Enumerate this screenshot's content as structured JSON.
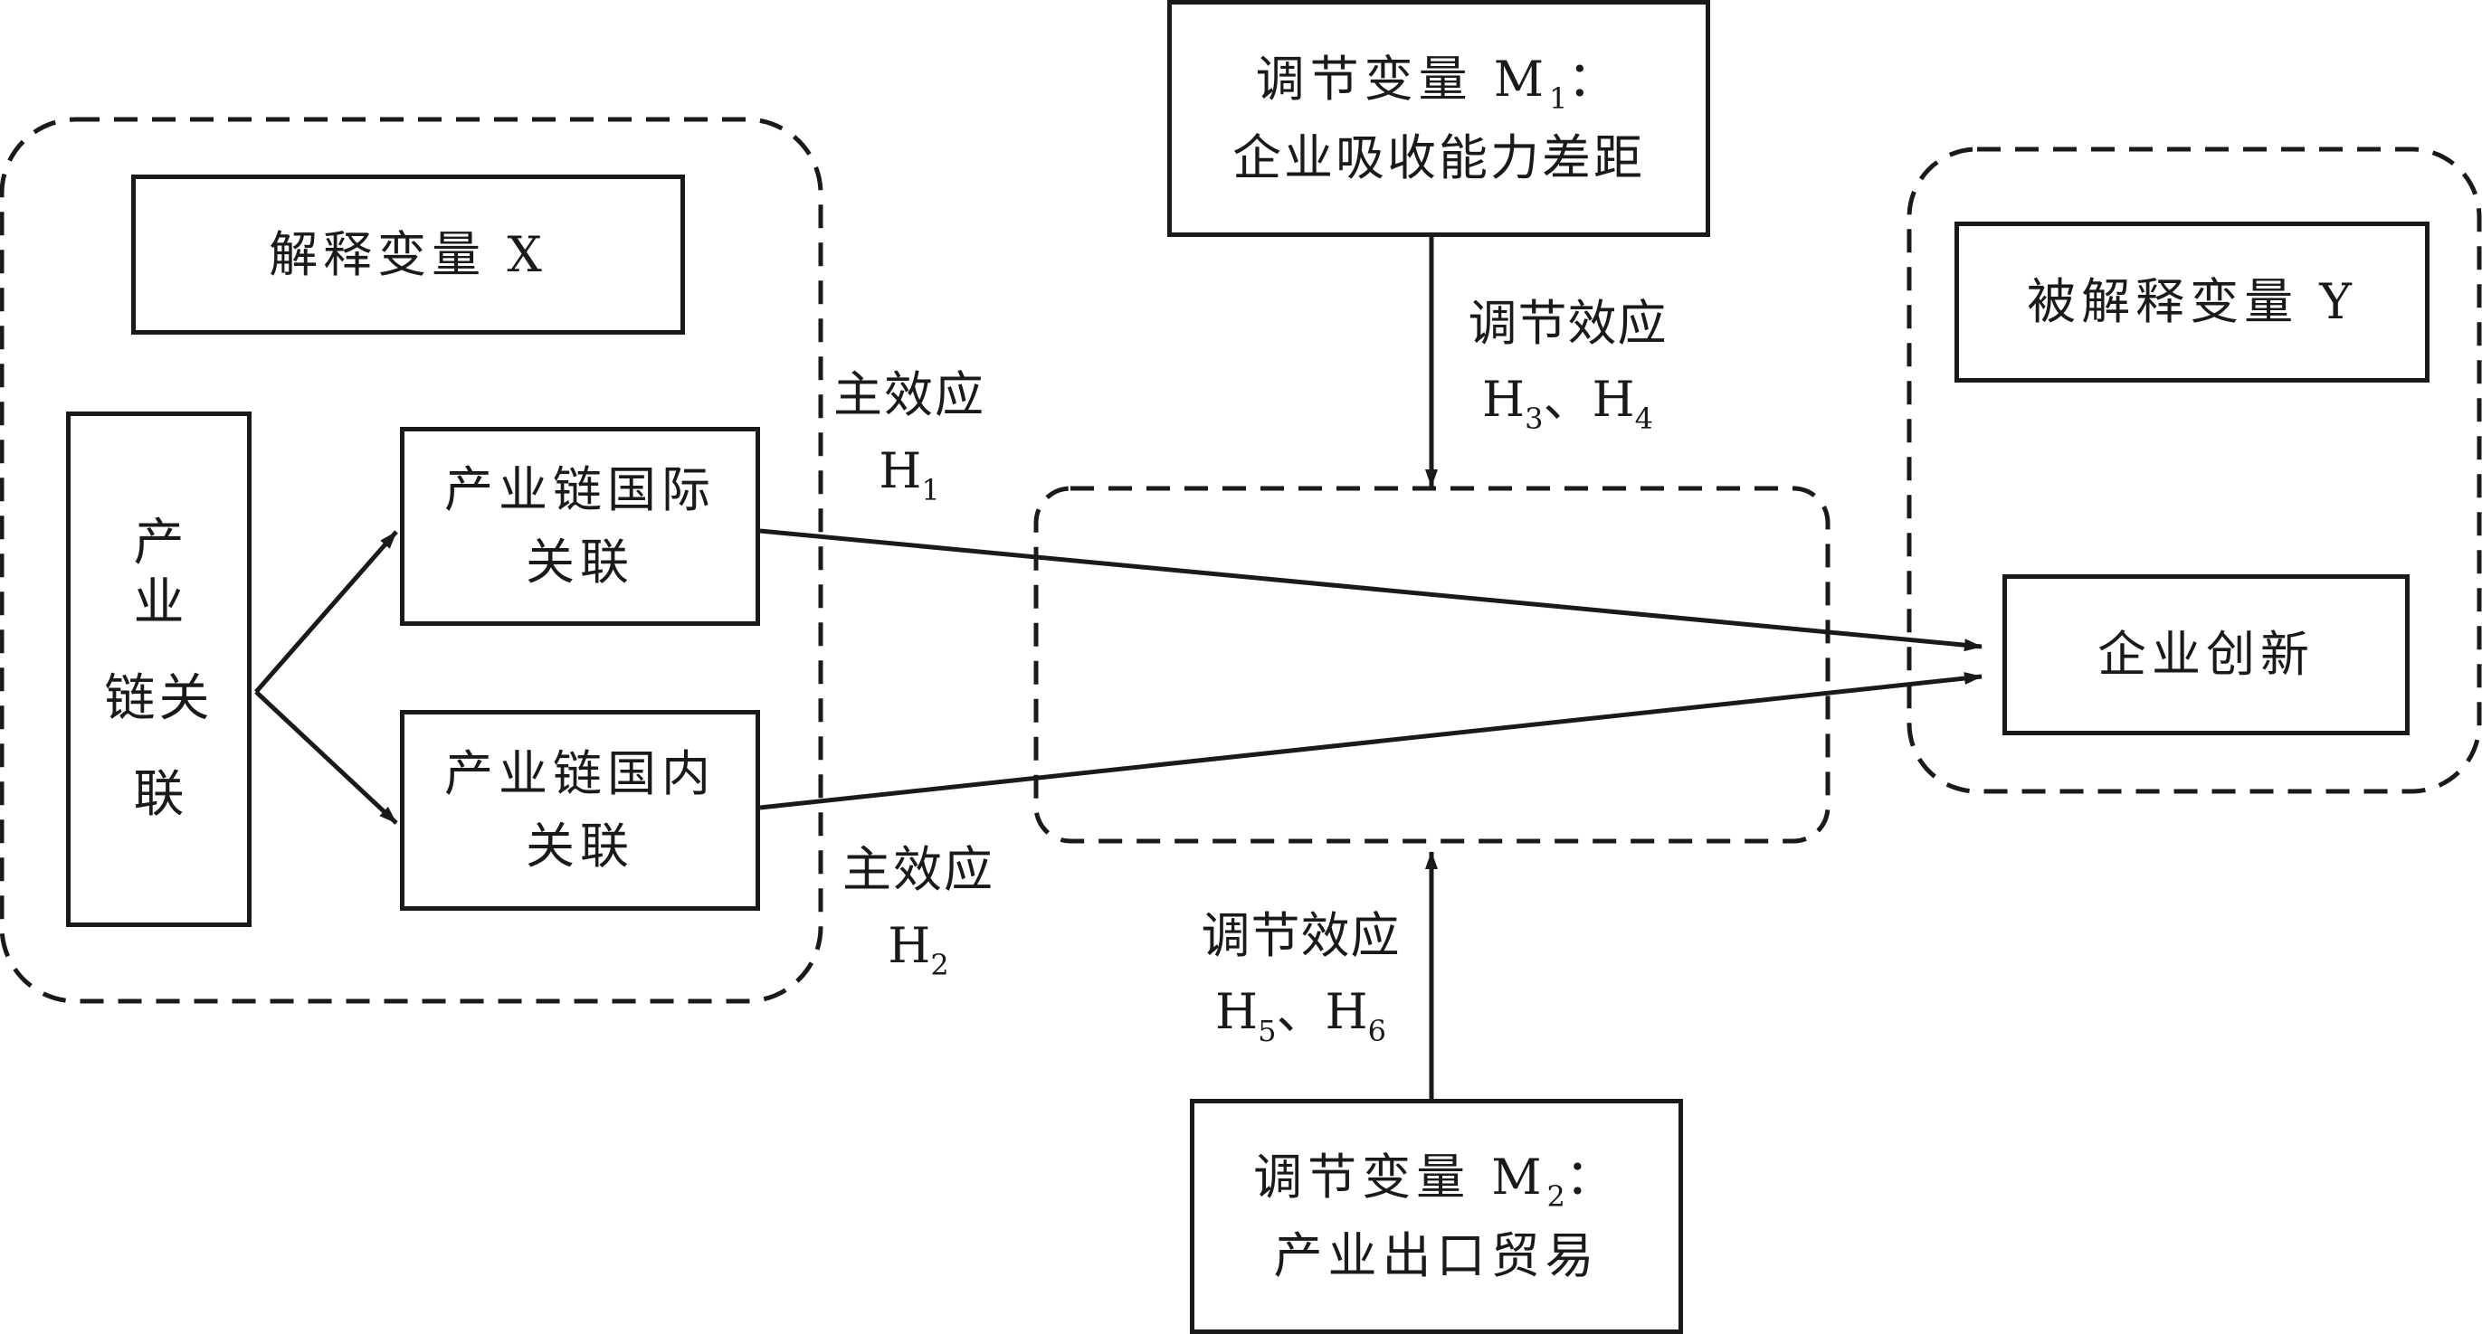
{
  "nodes": {
    "explanatory_var": "解释变量 X",
    "chain_link": [
      "产",
      "业",
      "链关",
      "联"
    ],
    "chain_international": [
      "产业链国际",
      "关联"
    ],
    "chain_domestic": [
      "产业链国内",
      "关联"
    ],
    "moderator_m1": {
      "prefix": "调节变量 M",
      "sub": "1",
      "suffix": "：",
      "line2": "企业吸收能力差距"
    },
    "moderator_m2": {
      "prefix": "调节变量 M",
      "sub": "2",
      "suffix": "：",
      "line2": "产业出口贸易"
    },
    "dependent_var": "被解释变量 Y",
    "innovation": "企业创新"
  },
  "labels": {
    "main_effect_1": {
      "text": "主效应",
      "h": "H",
      "sub": "1"
    },
    "main_effect_2": {
      "text": "主效应",
      "h": "H",
      "sub": "2"
    },
    "moderation_top": {
      "text": "调节效应",
      "h1": "H",
      "sub1": "3",
      "sep": "、",
      "h2": "H",
      "sub2": "4"
    },
    "moderation_bottom": {
      "text": "调节效应",
      "h1": "H",
      "sub1": "5",
      "sep": "、",
      "h2": "H",
      "sub2": "6"
    }
  }
}
